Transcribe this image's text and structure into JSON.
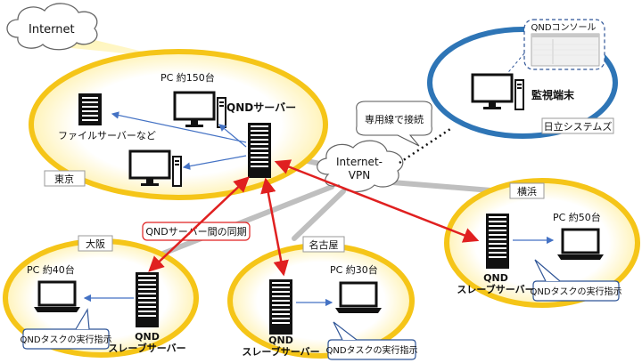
{
  "colors": {
    "site_ring": "#f5c518",
    "site_glow": "#fff6c8",
    "monitor_ring": "#2e75b6",
    "vpn_line": "#bfbfbf",
    "sync_arrow": "#e02020",
    "task_arrow": "#4472c4",
    "label_border": "#2f5597"
  },
  "internet_cloud": {
    "label": "Internet"
  },
  "vpn_cloud": {
    "label_line1": "Internet-",
    "label_line2": "VPN"
  },
  "leased_line_callout": {
    "label": "専用線で接続"
  },
  "sync_callout": {
    "label": "QNDサーバー間の同期"
  },
  "monitor": {
    "console_label": "QNDコンソール",
    "terminal_label": "監視端末",
    "company_label": "日立システムズ"
  },
  "tokyo": {
    "site_label": "東京",
    "server_label": "QNDサーバー",
    "pc_label": "PC 約150台",
    "file_server_label": "ファイルサーバーなど"
  },
  "osaka": {
    "site_label": "大阪",
    "pc_label": "PC 約40台",
    "slave_label_line1": "QND",
    "slave_label_line2": "スレーブサーバー",
    "task_label": "QNDタスクの実行指示"
  },
  "nagoya": {
    "site_label": "名古屋",
    "pc_label": "PC 約30台",
    "slave_label_line1": "QND",
    "slave_label_line2": "スレーブサーバー",
    "task_label": "QNDタスクの実行指示"
  },
  "yokohama": {
    "site_label": "横浜",
    "pc_label": "PC 約50台",
    "slave_label_line1": "QND",
    "slave_label_line2": "スレーブサーバー",
    "task_label": "QNDタスクの実行指示"
  }
}
